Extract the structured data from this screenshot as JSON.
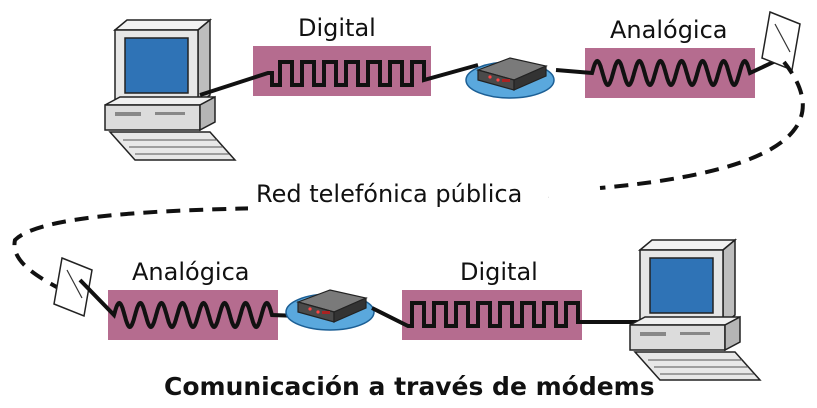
{
  "labels": {
    "top_digital": "Digital",
    "top_analog": "Analógica",
    "network": "Red telefónica pública",
    "bottom_analog": "Analógica",
    "bottom_digital": "Digital"
  },
  "caption": "Comunicación a través de módems",
  "colors": {
    "signal_band": "#b56c8f",
    "wire": "#111111",
    "cloud": "#5aa8dd",
    "screen": "#2f73b6",
    "computer_body": "#dcdcdc"
  },
  "icons": [
    "computer-icon",
    "modem-icon",
    "cloud-icon",
    "phone-jack-icon",
    "digital-square-wave",
    "analog-sine-wave"
  ]
}
